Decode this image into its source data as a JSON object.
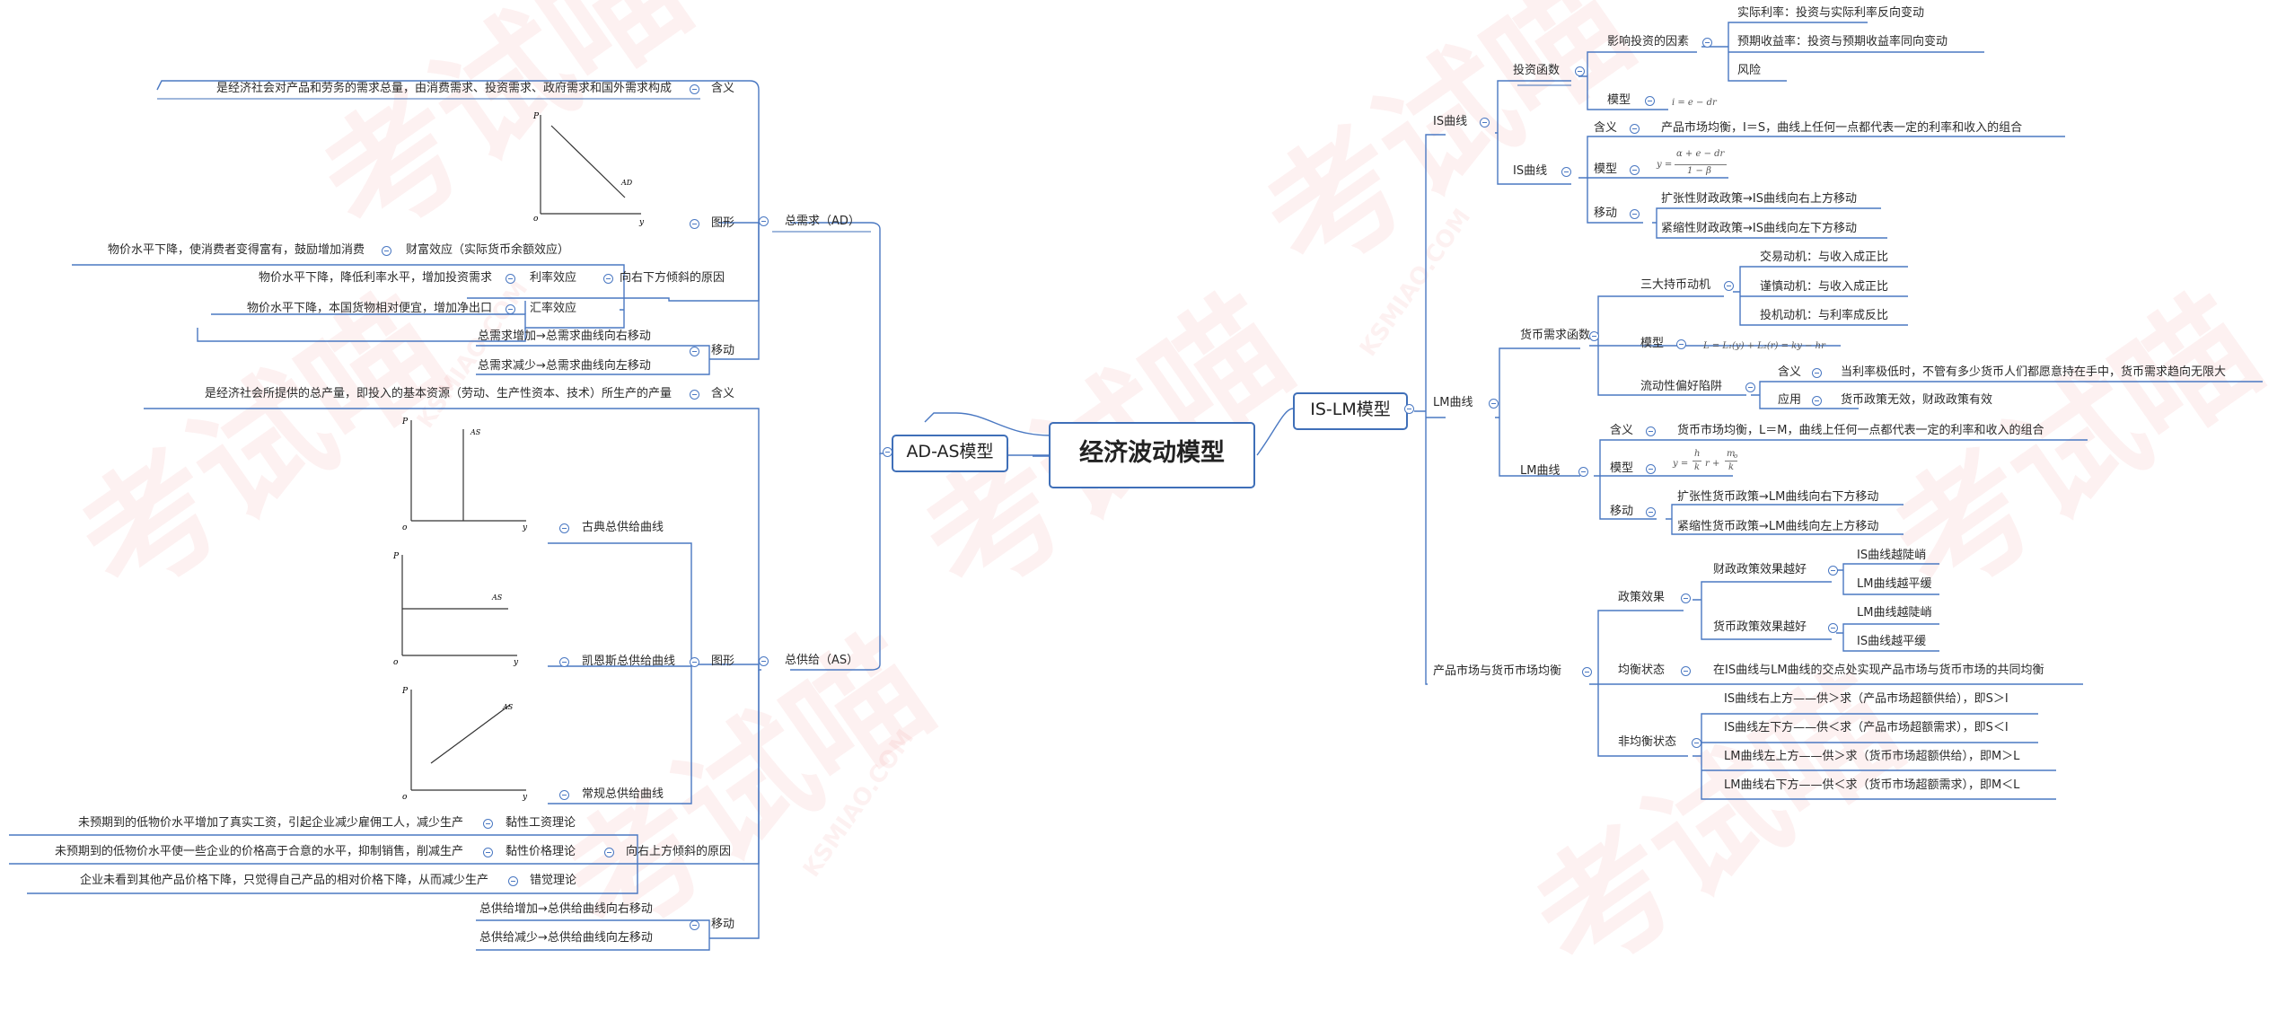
{
  "watermark": {
    "text": "考试喵",
    "sub": "KSMIAO.COM"
  },
  "central": {
    "title": "经济波动模型"
  },
  "left_root": {
    "title": "AD-AS模型"
  },
  "right_root": {
    "title": "IS-LM模型"
  },
  "ad": {
    "title": "总需求（AD）",
    "meaning_label": "含义",
    "meaning": "是经济社会对产品和劳务的需求总量，由消费需求、投资需求、政府需求和国外需求构成",
    "graph_label": "图形",
    "graph": {
      "p": "P",
      "y": "y",
      "o": "o",
      "curve": "AD"
    },
    "slope_label": "向右下方倾斜的原因",
    "effects": [
      {
        "name": "财富效应（实际货币余额效应）",
        "desc": "物价水平下降，使消费者变得富有，鼓励增加消费"
      },
      {
        "name": "利率效应",
        "desc": "物价水平下降，降低利率水平，增加投资需求"
      },
      {
        "name": "汇率效应",
        "desc": "物价水平下降，本国货物相对便宜，增加净出口"
      }
    ],
    "move_label": "移动",
    "moves": [
      "总需求增加→总需求曲线向右移动",
      "总需求减少→总需求曲线向左移动"
    ]
  },
  "as": {
    "title": "总供给（AS）",
    "meaning_label": "含义",
    "meaning": "是经济社会所提供的总产量，即投入的基本资源（劳动、生产性资本、技术）所生产的产量",
    "graph_label": "图形",
    "curves": [
      {
        "name": "古典总供给曲线",
        "p": "P",
        "y": "y",
        "o": "o",
        "label": "AS"
      },
      {
        "name": "凯恩斯总供给曲线",
        "p": "P",
        "y": "y",
        "o": "o",
        "label": "AS"
      },
      {
        "name": "常规总供给曲线",
        "p": "P",
        "y": "y",
        "o": "o",
        "label": "AS"
      }
    ],
    "slope_label": "向右上方倾斜的原因",
    "theories": [
      {
        "name": "黏性工资理论",
        "desc": "未预期到的低物价水平增加了真实工资，引起企业减少雇佣工人，减少生产"
      },
      {
        "name": "黏性价格理论",
        "desc": "未预期到的低物价水平使一些企业的价格高于合意的水平，抑制销售，削减生产"
      },
      {
        "name": "错觉理论",
        "desc": "企业未看到其他产品价格下降，只觉得自己产品的相对价格下降，从而减少生产"
      }
    ],
    "move_label": "移动",
    "moves": [
      "总供给增加→总供给曲线向右移动",
      "总供给减少→总供给曲线向左移动"
    ]
  },
  "is": {
    "title": "IS曲线",
    "invest": {
      "title": "投资函数",
      "factors_label": "影响投资的因素",
      "factors": [
        "实际利率：投资与实际利率反向变动",
        "预期收益率：投资与预期收益率同向变动",
        "风险"
      ],
      "model_label": "模型",
      "model_formula": "i = e − dr"
    },
    "curve": {
      "title": "IS曲线",
      "meaning_label": "含义",
      "meaning": "产品市场均衡，I＝S，曲线上任何一点都代表一定的利率和收入的组合",
      "model_label": "模型",
      "model_formula": {
        "lhs": "y =",
        "num": "α + e − dr",
        "den": "1 − β"
      },
      "move_label": "移动",
      "moves": [
        "扩张性财政政策→IS曲线向右上方移动",
        "紧缩性财政政策→IS曲线向左下方移动"
      ]
    }
  },
  "lm": {
    "title": "LM曲线",
    "demand": {
      "title": "货币需求函数",
      "motives_label": "三大持币动机",
      "motives": [
        "交易动机：与收入成正比",
        "谨慎动机：与收入成正比",
        "投机动机：与利率成反比"
      ],
      "model_label": "模型",
      "model_formula": "L = L₁(y) + L₂(r) = ky − hr",
      "trap_label": "流动性偏好陷阱",
      "trap_meaning_label": "含义",
      "trap_meaning": "当利率极低时，不管有多少货币人们都愿意持在手中，货币需求趋向无限大",
      "trap_use_label": "应用",
      "trap_use": "货币政策无效，财政政策有效"
    },
    "curve": {
      "title": "LM曲线",
      "meaning_label": "含义",
      "meaning": "货币市场均衡，L＝M，曲线上任何一点都代表一定的利率和收入的组合",
      "model_label": "模型",
      "model_formula": {
        "y": "y =",
        "h": "h",
        "k": "k",
        "r": "r +",
        "m": "m",
        "mo": "o",
        "k2": "k"
      },
      "move_label": "移动",
      "moves": [
        "扩张性货币政策→LM曲线向右下方移动",
        "紧缩性货币政策→LM曲线向左上方移动"
      ]
    }
  },
  "eq": {
    "title": "产品市场与货币市场均衡",
    "policy_label": "政策效果",
    "fiscal_label": "财政政策效果越好",
    "fiscal": [
      "IS曲线越陡峭",
      "LM曲线越平缓"
    ],
    "monetary_label": "货币政策效果越好",
    "monetary": [
      "LM曲线越陡峭",
      "IS曲线越平缓"
    ],
    "balance_label": "均衡状态",
    "balance": "在IS曲线与LM曲线的交点处实现产品市场与货币市场的共同均衡",
    "imbalance_label": "非均衡状态",
    "imbalance": [
      "IS曲线右上方——供＞求（产品市场超额供给），即S＞I",
      "IS曲线左下方——供＜求（产品市场超额需求），即S＜I",
      "LM曲线左上方——供＞求（货币市场超额供给），即M＞L",
      "LM曲线右下方——供＜求（货币市场超额需求），即M＜L"
    ]
  }
}
